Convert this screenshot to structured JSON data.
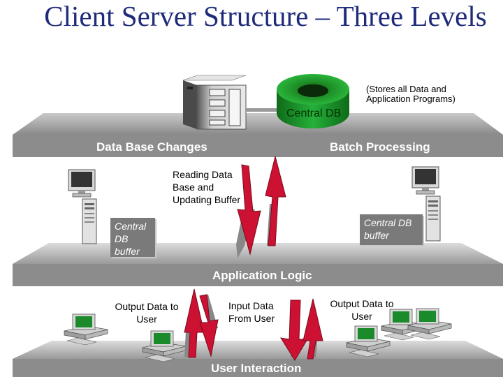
{
  "title": "Client Server Structure – Three Levels",
  "server": {
    "db_label": "Central DB",
    "db_note": "(Stores all Data and Application Programs)",
    "left_bar_label": "Data Base Changes",
    "right_bar_label": "Batch Processing"
  },
  "application": {
    "reading_note": "Reading Data Base and Updating Buffer",
    "left_buffer_label": "Central DB buffer",
    "right_buffer_label": "Central DB buffer",
    "bar_label": "Application Logic"
  },
  "presentation": {
    "output_left": "Output Data to User",
    "input_label": "Input Data From User",
    "output_right": "Output Data to User",
    "bar_label": "User Interaction"
  },
  "colors": {
    "title": "#1f2a7a",
    "platform": "#8c8c8c",
    "platform_edge": "#6e6e6e",
    "arrow": "#cc1133",
    "db_green": "#1e9c2a",
    "db_text": "#003300"
  }
}
